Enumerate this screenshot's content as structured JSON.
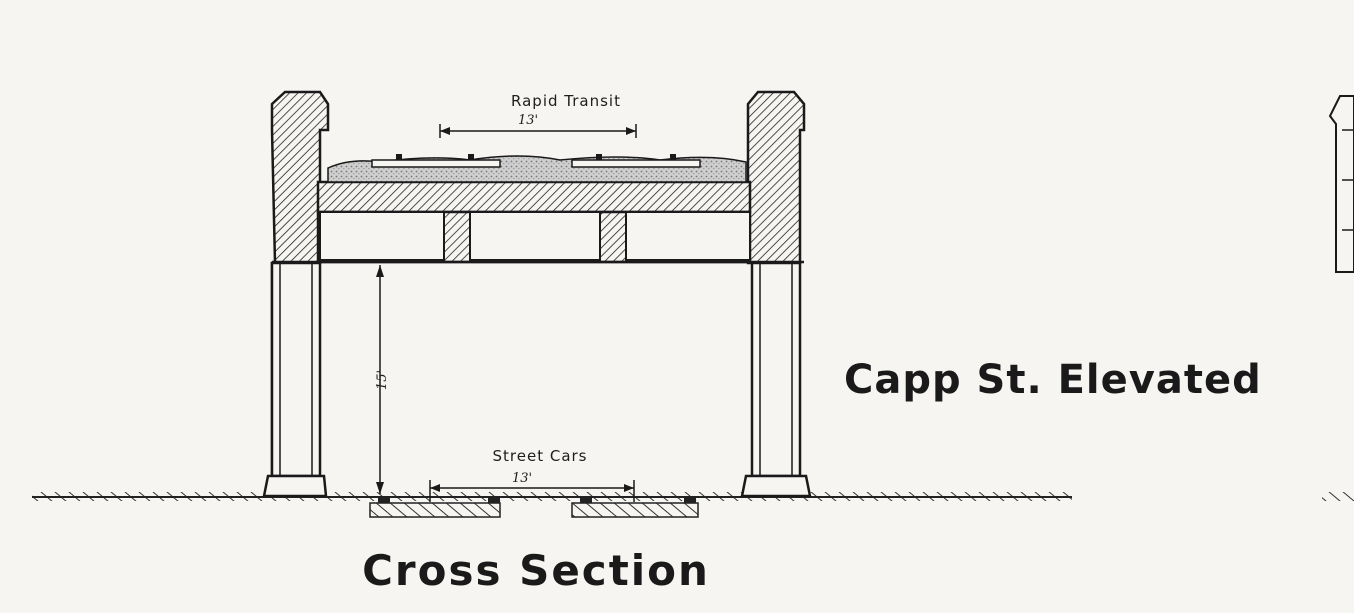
{
  "labels": {
    "rapid_transit": "Rapid Transit",
    "rapid_transit_width": "13'",
    "clearance_height": "15'",
    "street_cars": "Street Cars",
    "street_cars_width": "13'",
    "caption_cross_section": "Cross Section",
    "caption_elevated": "Capp St. Elevated"
  },
  "colors": {
    "ink": "#1e1e1e",
    "paper": "#f6f5f2",
    "ballast": "#c8c8c8"
  }
}
